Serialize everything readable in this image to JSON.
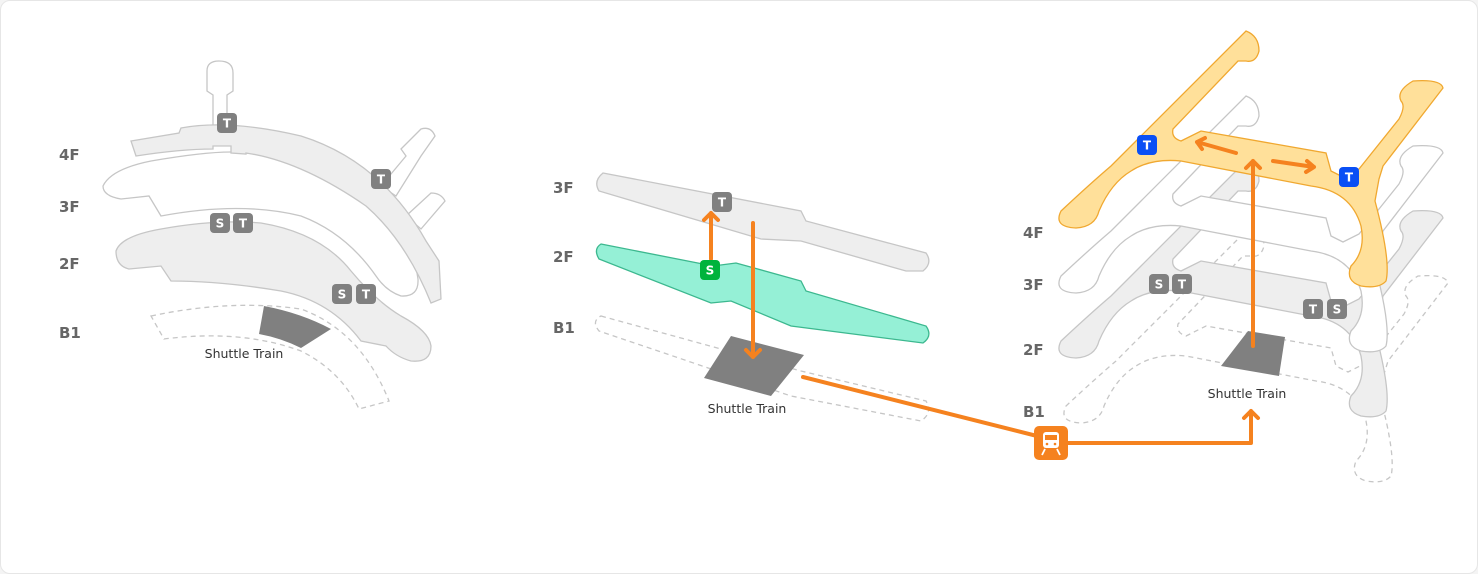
{
  "colors": {
    "accent": "#f5821f",
    "shuttle": "#808080",
    "gate_blue": "#0a4ff5",
    "station_green": "#00b33c"
  },
  "left": {
    "floors": [
      "4F",
      "3F",
      "2F",
      "B1"
    ],
    "shuttle_label": "Shuttle Train",
    "badges": [
      "T",
      "T",
      "S",
      "T",
      "S",
      "T"
    ]
  },
  "middle": {
    "floors": [
      "3F",
      "2F",
      "B1"
    ],
    "shuttle_label": "Shuttle Train",
    "badges": [
      "T",
      "S"
    ]
  },
  "right": {
    "floors": [
      "4F",
      "3F",
      "2F",
      "B1"
    ],
    "shuttle_label": "Shuttle Train",
    "badges": [
      "T",
      "T",
      "S",
      "T",
      "T",
      "S"
    ]
  },
  "connector": {
    "icon": "train-icon"
  }
}
